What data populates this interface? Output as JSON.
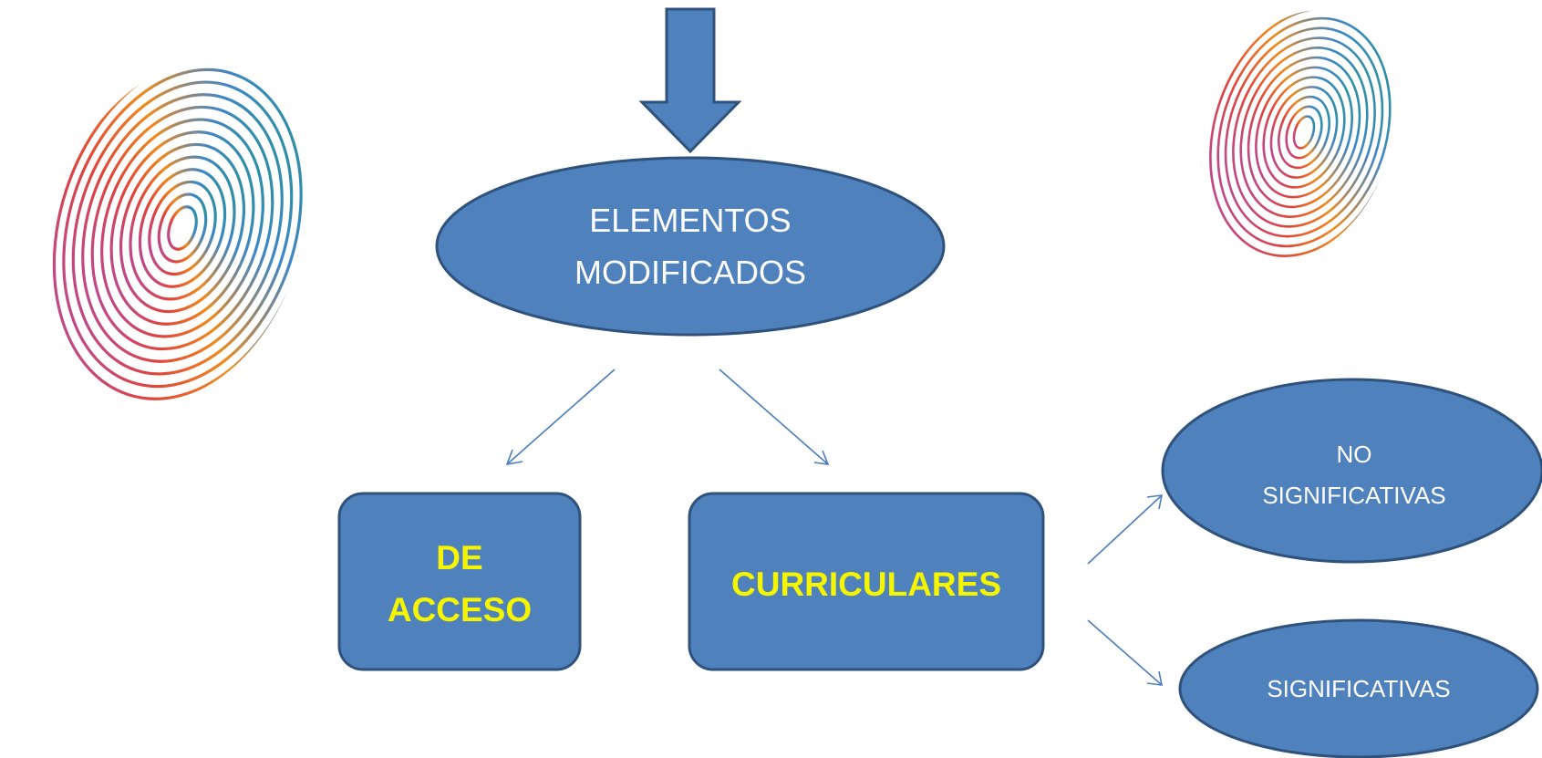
{
  "nodes": {
    "elementos": "ELEMENTOS\nMODIFICADOS",
    "de_acceso": "DE\nACCESO",
    "curriculares": "CURRICULARES",
    "no_significativas": "NO\nSIGNIFICATIVAS",
    "significativas": "SIGNIFICATIVAS"
  },
  "colors": {
    "shape_fill": "#4f81bd",
    "shape_stroke": "#2f527c",
    "connector": "#4a7ebb",
    "node_text": "#ffffff",
    "highlight_text": "#f5f500"
  },
  "decorations": [
    "fingerprint-icon",
    "fingerprint-icon"
  ]
}
